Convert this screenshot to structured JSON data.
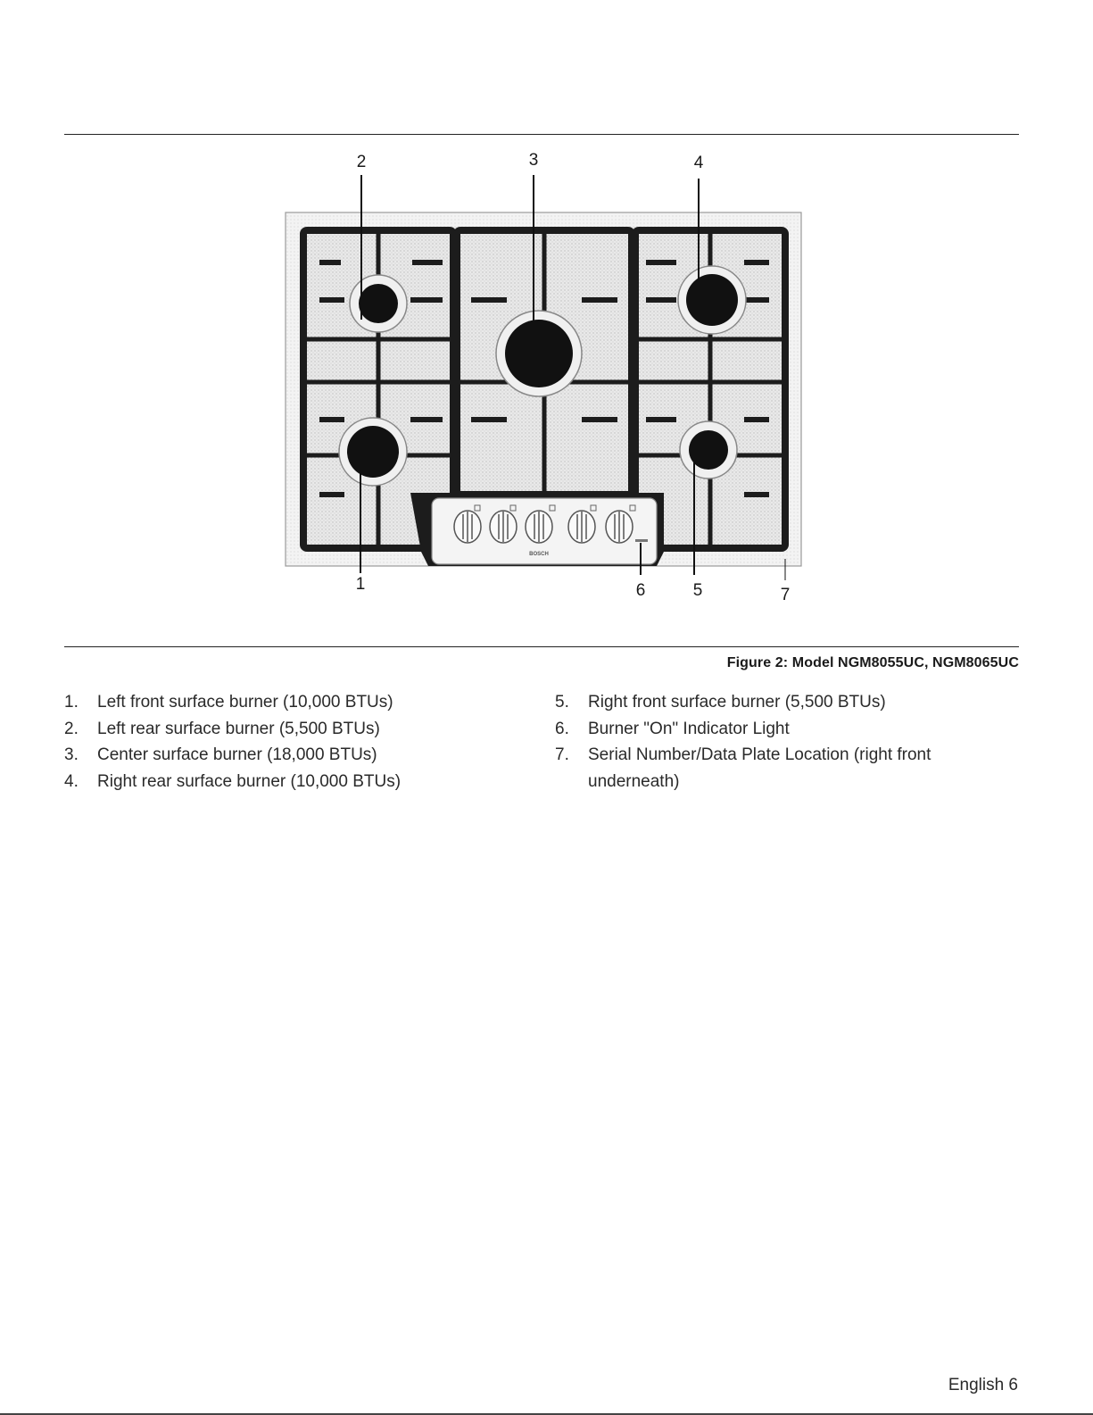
{
  "figure": {
    "callouts": [
      "1",
      "2",
      "3",
      "4",
      "5",
      "6",
      "7"
    ],
    "brand_mark": "BOSCH",
    "caption": "Figure 2: Model NGM8055UC, NGM8065UC"
  },
  "legend": {
    "left": [
      {
        "num": "1.",
        "text": "Left front surface burner (10,000 BTUs)"
      },
      {
        "num": "2.",
        "text": "Left rear surface burner (5,500 BTUs)"
      },
      {
        "num": "3.",
        "text": "Center surface burner (18,000 BTUs)"
      },
      {
        "num": "4.",
        "text": "Right rear surface burner (10,000 BTUs)"
      }
    ],
    "right": [
      {
        "num": "5.",
        "text": "Right front surface burner (5,500 BTUs)"
      },
      {
        "num": "6.",
        "text": "Burner \"On\" Indicator Light"
      },
      {
        "num": "7.",
        "text": "Serial Number/Data Plate Location (right front underneath)"
      }
    ]
  },
  "footer": {
    "page_label": "English 6"
  }
}
